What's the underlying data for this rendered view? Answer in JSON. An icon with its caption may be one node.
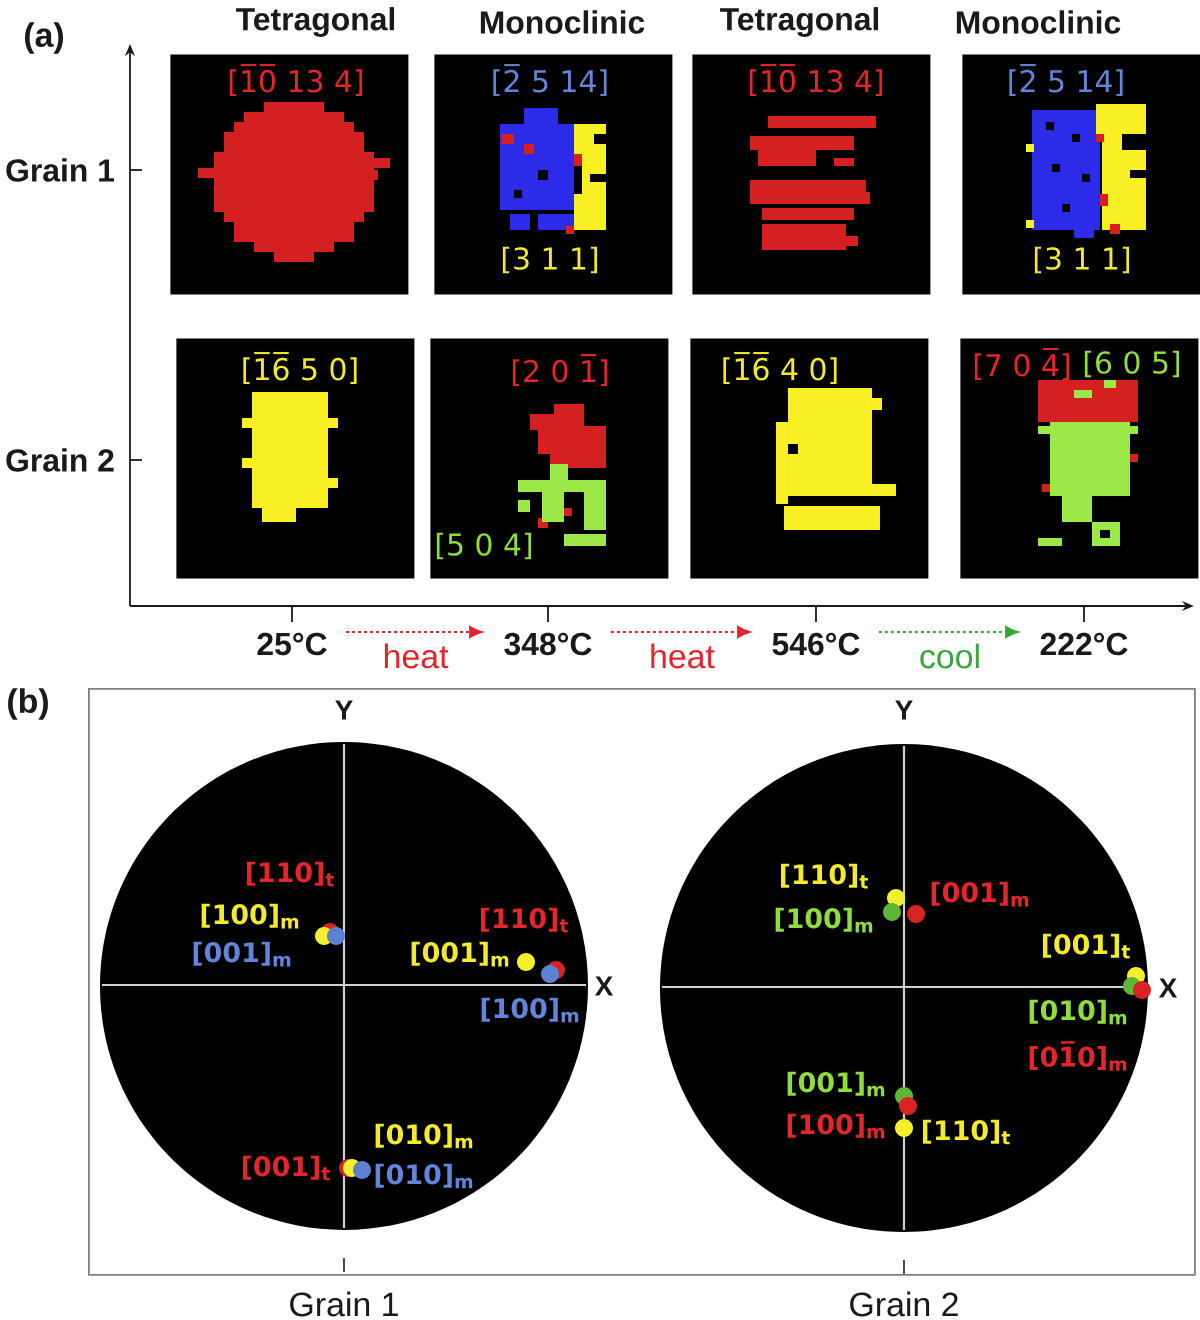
{
  "diagram": {
    "nodes": [
      {
        "text": [
          "[1̅0̅ 13 4]"
        ]
      },
      {
        "text": [
          "[2̅ 5 14]",
          "[3 1 1]"
        ]
      },
      {
        "text": [
          "[1̅0̅ 13 4]"
        ]
      },
      {
        "text": [
          "[2̅ 5 14]",
          "[3 1 1]"
        ]
      },
      {
        "text": [
          "[1̅6̅ 5 0]"
        ]
      },
      {
        "text": [
          "[2 0 1̅]",
          "[5 0 4]"
        ]
      },
      {
        "text": [
          "[1̅6̅ 4 0]"
        ]
      },
      {
        "text": [
          "[7 0 4̅]",
          "[6 0 5]"
        ]
      },
      {
        "text": [
          "25°C"
        ]
      },
      {
        "text": [
          "348°C"
        ]
      },
      {
        "text": [
          "546°C"
        ]
      },
      {
        "text": [
          "222°C"
        ]
      },
      {
        "text": [],
        "shape": "box"
      },
      {
        "text": [
          "[110]$_{t}$",
          "[100]$_{m}$",
          "[001]$_{m}$",
          "[110]$_{t}$",
          "[001]$_{m}$",
          "[100]$_{m}$",
          "[010]$_{m}$",
          "[001]$_{t}$",
          "[010]$_{m}$"
        ],
        "beside": [
          "Y",
          "X"
        ],
        "in": 12
      },
      {
        "text": [
          "[110]$_{t}$",
          "[100]$_{m}$",
          "[001]$_{m}$",
          "[001]$_{t}$",
          "[010]$_{m}$",
          "[01̅0]$_{m}$",
          "[001]$_{m}$",
          "[100]$_{m}$",
          "[110]$_{t}$"
        ],
        "beside": [
          "Y",
          "X"
        ],
        "in": 12
      }
    ],
    "edges": [
      {
        "from": 8,
        "to": 9,
        "arrow": "to",
        "label": "heat",
        "style": "dashed",
        "color": "#e3242b"
      },
      {
        "from": 9,
        "to": 10,
        "arrow": "to",
        "label": "heat",
        "style": "dashed",
        "color": "#e3242b"
      },
      {
        "from": 10,
        "to": 11,
        "arrow": "to",
        "label": "cool",
        "style": "dashed",
        "color": "#3aa53a"
      }
    ],
    "labels": [
      "(a)",
      "Tetragonal",
      "Monoclinic",
      "Tetragonal",
      "Monoclinic",
      "Grain 1",
      "Grain 2",
      "(b)",
      "Grain 1",
      "Grain 2"
    ]
  }
}
